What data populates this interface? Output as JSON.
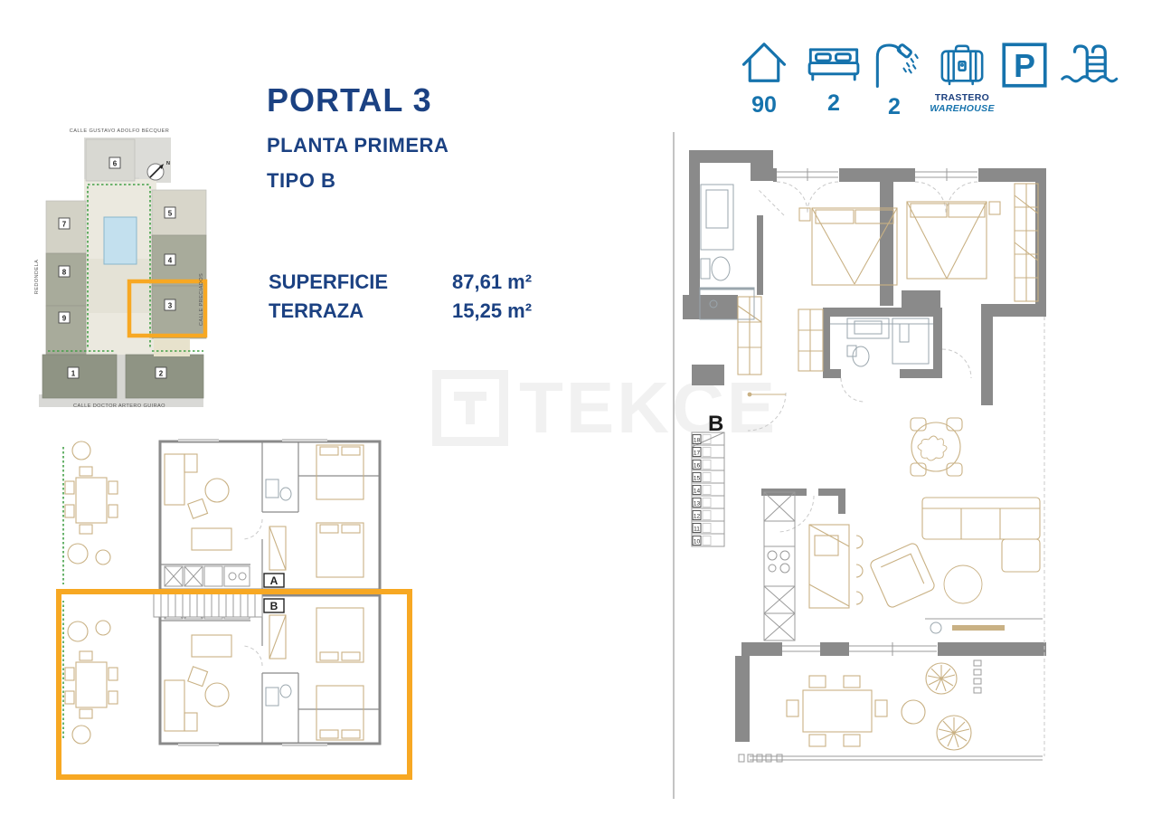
{
  "header": {
    "title": "PORTAL 3",
    "subtitle1": "PLANTA PRIMERA",
    "subtitle2": "TIPO B"
  },
  "specs": {
    "superficie_label": "SUPERFICIE",
    "superficie_value": "87,61 m²",
    "terraza_label": "TERRAZA",
    "terraza_value": "15,25 m²"
  },
  "amenities": {
    "area_value": "90",
    "bedrooms_value": "2",
    "bathrooms_value": "2",
    "trastero_label": "TRASTERO",
    "warehouse_label": "WAREHOUSE",
    "parking_letter": "P"
  },
  "watermark": {
    "logo_letter": "T",
    "text": "TEKCE"
  },
  "site_plan": {
    "street_top": "CALLE  GUSTAVO ADOLFO BÉCQUER",
    "street_bottom": "CALLE  DOCTOR ARTERO GUIRAO",
    "street_left": "REDONDELA",
    "street_right": "CALLE PRECIADOS",
    "compass_letter": "N",
    "buildings": [
      "1",
      "2",
      "3",
      "4",
      "5",
      "6",
      "7",
      "8",
      "9"
    ]
  },
  "small_plan": {
    "unit_a_label": "A",
    "unit_b_label": "B"
  },
  "large_plan": {
    "unit_label": "B",
    "stair_steps": [
      "18",
      "17",
      "16",
      "15",
      "14",
      "13",
      "12",
      "11",
      "10"
    ]
  },
  "colors": {
    "accent_orange": "#F7A823",
    "brand_navy": "#1B4182",
    "icon_blue": "#1673AD",
    "wall_gray": "#8A8A8A",
    "furniture_tan": "#C9B184",
    "pool_blue": "#C3E0EE",
    "watermark_gray": "#F1F1F1"
  }
}
